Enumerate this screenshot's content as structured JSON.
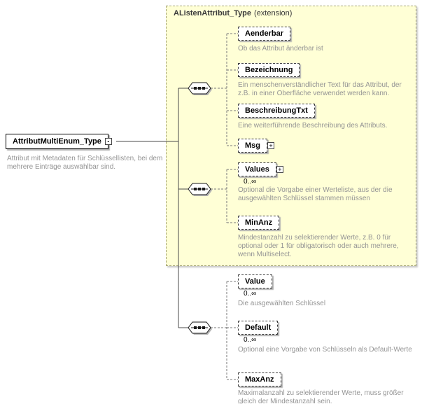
{
  "diagram": {
    "root": {
      "name": "AttributMultiEnum_Type",
      "description": "Attribut mit Metadaten für Schlüssellisten, bei dem mehrere Einträge auswählbar sind.",
      "toggle": "-"
    },
    "extension": {
      "name": "AListenAttribut_Type",
      "kind": "(extension)"
    },
    "elements": [
      {
        "name": "Aenderbar",
        "desc": "Ob das Attribut änderbar ist"
      },
      {
        "name": "Bezeichnung",
        "desc": "Ein menschenverständlicher Text für das Attribut, der z.B. in einer Oberfläche verwendet werden kann."
      },
      {
        "name": "BeschreibungTxt",
        "desc": "Eine weiterführende Beschreibung des Attributs."
      },
      {
        "name": "Msg",
        "expand": "+"
      },
      {
        "name": "Values",
        "expand": "+",
        "occurrence": "0..∞",
        "desc": "Optional die Vorgabe einer Werteliste, aus der die ausgewählten Schlüssel stammen müssen"
      },
      {
        "name": "MinAnz",
        "desc": "Mindestanzahl zu selektierender Werte, z.B. 0 für optional oder 1 für obligatorisch oder auch mehrere, wenn Multiselect."
      },
      {
        "name": "Value",
        "occurrence": "0..∞",
        "desc": "Die ausgewählten Schlüssel"
      },
      {
        "name": "Default",
        "occurrence": "0..∞",
        "desc": "Optional eine Vorgabe von Schlüsseln als Default-Werte"
      },
      {
        "name": "MaxAnz",
        "desc": "Maximalanzahl zu selektierender Werte, muss größer gleich der Mindestanzahl sein."
      }
    ]
  }
}
